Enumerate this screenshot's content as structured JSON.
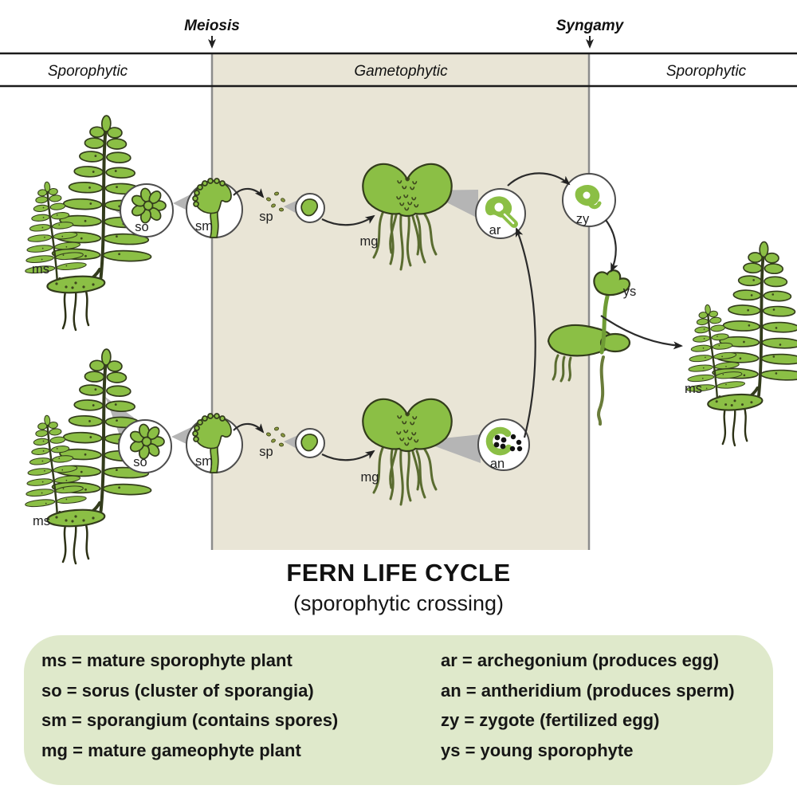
{
  "phase_bar": {
    "meiosis": "Meiosis",
    "syngamy": "Syngamy",
    "phases": [
      "Sporophytic",
      "Gametophytic",
      "Sporophytic"
    ]
  },
  "cycle": {
    "top_row": {
      "ms": "ms",
      "so": "so",
      "sm": "sm",
      "sp": "sp",
      "mg": "mg",
      "ar": "ar",
      "zy": "zy",
      "ys": "ys"
    },
    "bottom_row": {
      "ms": "ms",
      "so": "so",
      "sm": "sm",
      "sp": "sp",
      "mg": "mg",
      "an": "an"
    },
    "result": {
      "ms": "ms"
    }
  },
  "title": {
    "main": "FERN LIFE CYCLE",
    "subtitle": "(sporophytic crossing)"
  },
  "legend": {
    "left_column": [
      "ms = mature sporophyte plant",
      "so = sorus (cluster of sporangia)",
      "sm = sporangium (contains spores)",
      "mg = mature gameophyte plant"
    ],
    "right_column": [
      "ar = archegonium (produces egg)",
      "an = antheridium (produces sperm)",
      "zy = zygote (fertilized egg)",
      "ys = young sporophyte"
    ]
  },
  "colors": {
    "fern_green": "#8bbf45",
    "outline_olive": "#333c1c",
    "gametophytic_band": "#e9e5d6",
    "legend_background": "#dfe9cb",
    "callout_gray": "#b5b5b5"
  }
}
